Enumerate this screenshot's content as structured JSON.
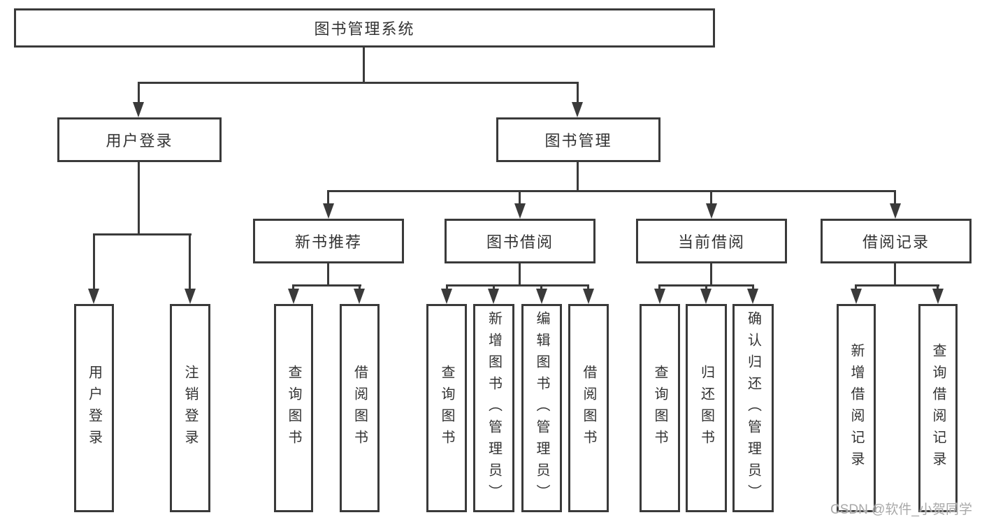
{
  "diagram": {
    "title": "图书管理系统",
    "level2": {
      "user_login": "用户登录",
      "book_mgmt": "图书管理"
    },
    "level3": {
      "new_books": "新书推荐",
      "borrowing": "图书借阅",
      "current": "当前借阅",
      "records": "借阅记录"
    },
    "leaves": {
      "user_login": "用户登录",
      "logout": "注销登录",
      "nb_query": "查询图书",
      "nb_borrow": "借阅图书",
      "bw_query": "查询图书",
      "bw_add": "新增图书（管理员）",
      "bw_edit": "编辑图书（管理员）",
      "bw_borrow": "借阅图书",
      "cur_query": "查询图书",
      "cur_return": "归还图书",
      "cur_confirm": "确认归还（管理员）",
      "rec_add": "新增借阅记录",
      "rec_query": "查询借阅记录"
    }
  },
  "watermark": "CSDN @软件_小贺同学",
  "colors": {
    "line": "#3a3a3a",
    "text": "#333333",
    "watermark": "#a9a9a9",
    "background": "#ffffff"
  }
}
